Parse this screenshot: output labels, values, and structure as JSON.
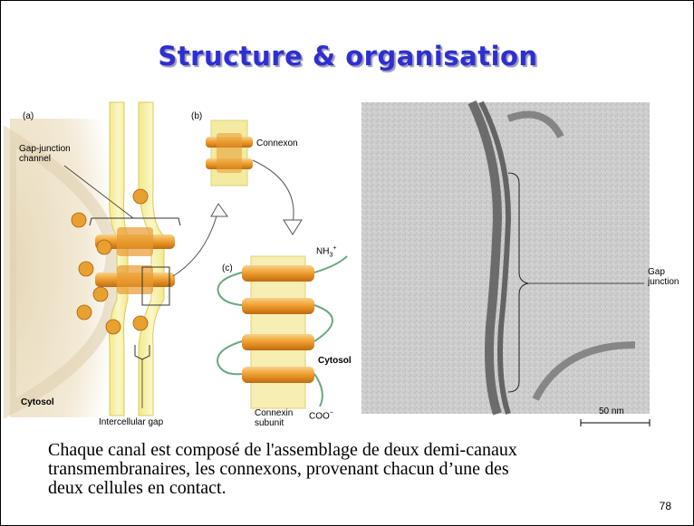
{
  "slide": {
    "title": "Structure & organisation",
    "page_number": "78"
  },
  "figure": {
    "panel_a": "(a)",
    "panel_b": "(b)",
    "panel_c": "(c)",
    "gap_junction_channel": "Gap-junction\nchannel",
    "connexon": "Connexon",
    "nh3": "NH",
    "nh3_sub": "3",
    "nh3_sup": "+",
    "cytosol_right": "Cytosol",
    "cytosol_left": "Cytosol",
    "connexin_subunit": "Connexin\nsubunit",
    "coo": "COO",
    "coo_sup": "−",
    "intercellular_gap": "Intercellular gap",
    "scale_bar": "50 nm",
    "gap_junction": "Gap\njunction"
  },
  "caption": {
    "line1": "Chaque canal est composé de l'assemblage de deux demi-canaux",
    "line2": "transmembranaires, les connexons, provenant chacun d’une des",
    "line3": "deux cellules en contact."
  }
}
